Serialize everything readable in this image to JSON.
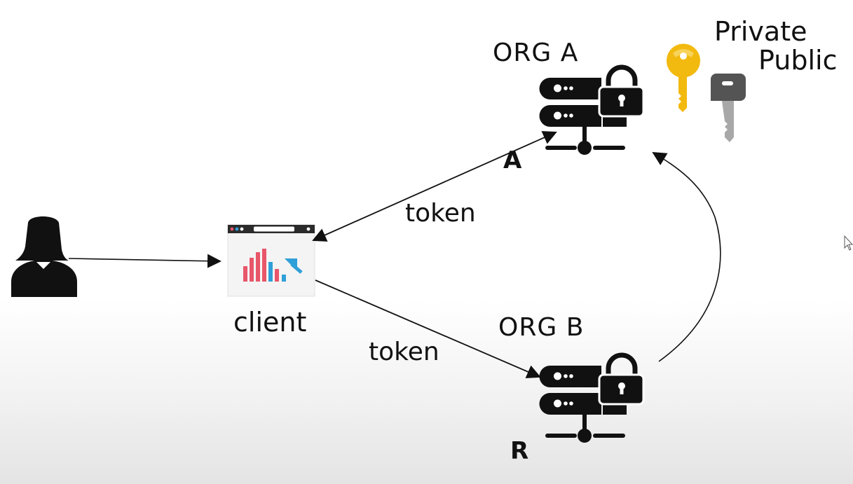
{
  "labels": {
    "org_a": "ORG A",
    "org_b": "ORG B",
    "client": "client",
    "token_top": "token",
    "token_bottom": "token",
    "private": "Private",
    "public": "Public",
    "letter_a": "A",
    "letter_r": "R"
  },
  "icons": {
    "user": "user-icon",
    "client_window": "browser-chart-icon",
    "server_a": "server-lock-icon",
    "server_b": "server-lock-icon",
    "private_key": "gold-key-icon",
    "public_key": "gray-key-icon",
    "cursor": "mouse-pointer-icon"
  },
  "colors": {
    "ink": "#111111",
    "gold_key": "#f2b90f",
    "gray_key": "#777777",
    "bar_red": "#e8566a",
    "bar_blue": "#2f9fd8"
  }
}
